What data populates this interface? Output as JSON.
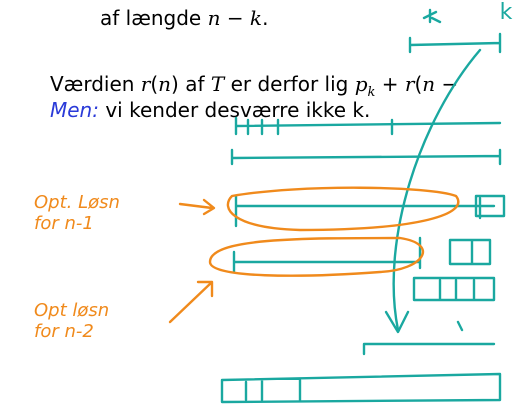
{
  "slide": {
    "line_top": "af længde n − k.",
    "line_value": "Værdien r(n) af T er derfor lig p_k + r(n −",
    "line_but_prefix": "Men:",
    "line_but_rest": " vi kender desværre ikke k."
  },
  "annotations": {
    "top_label": "k",
    "opt_n1_line1": "Opt. Løsn",
    "opt_n1_line2": "for n-1",
    "opt_n2_line1": "Opt løsn",
    "opt_n2_line2": "for n-2"
  },
  "colors": {
    "ink_teal": "#1aa8a0",
    "ink_orange": "#f08a1c",
    "accent_blue": "#2a3ad8"
  }
}
